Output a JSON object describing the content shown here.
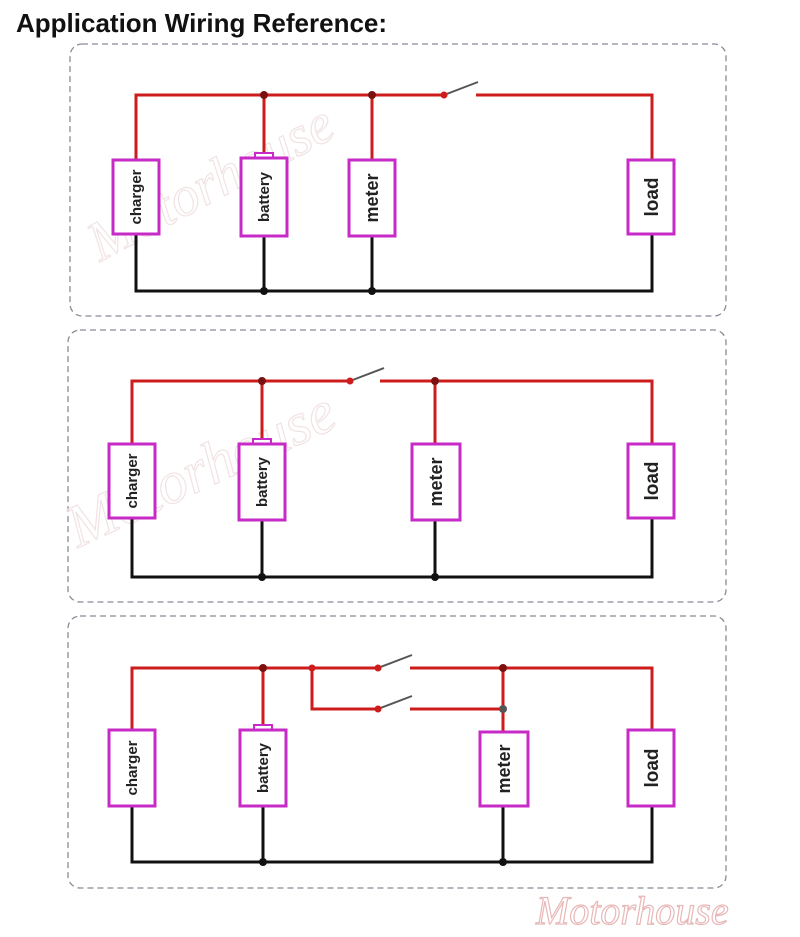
{
  "title": "Application Wiring Reference:",
  "watermark": "Motorhouse",
  "colors": {
    "positive_wire": "#cc1c1c",
    "negative_wire": "#111111",
    "component_border": "#c72ac7",
    "panel_border": "#8a8a96"
  },
  "panels": [
    {
      "name": "panel-1",
      "components": [
        {
          "id": "charger",
          "label": "charger"
        },
        {
          "id": "battery",
          "label": "battery"
        },
        {
          "id": "meter",
          "label": "meter"
        },
        {
          "id": "load",
          "label": "load"
        }
      ],
      "switches": 1
    },
    {
      "name": "panel-2",
      "components": [
        {
          "id": "charger",
          "label": "charger"
        },
        {
          "id": "battery",
          "label": "battery"
        },
        {
          "id": "meter",
          "label": "meter"
        },
        {
          "id": "load",
          "label": "load"
        }
      ],
      "switches": 1
    },
    {
      "name": "panel-3",
      "components": [
        {
          "id": "charger",
          "label": "charger"
        },
        {
          "id": "battery",
          "label": "battery"
        },
        {
          "id": "meter",
          "label": "meter"
        },
        {
          "id": "load",
          "label": "load"
        }
      ],
      "switches": 2
    }
  ]
}
